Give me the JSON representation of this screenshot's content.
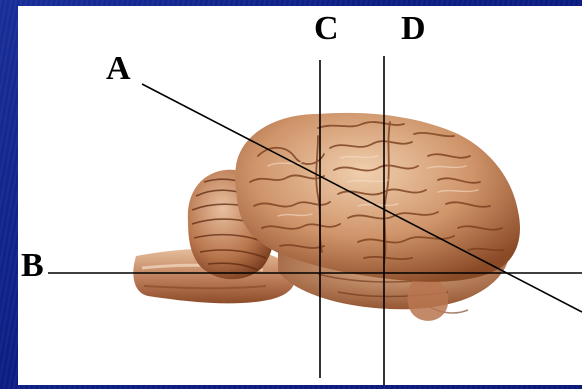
{
  "diagram": {
    "labels": {
      "a": "A",
      "b": "B",
      "c": "C",
      "d": "D"
    },
    "colors": {
      "background": "#0d1f86",
      "panel": "#ffffff",
      "brain_base": "#c98a5e",
      "brain_dark": "#7a3e1d",
      "brain_light": "#f2d3b4",
      "line": "#000000"
    }
  }
}
